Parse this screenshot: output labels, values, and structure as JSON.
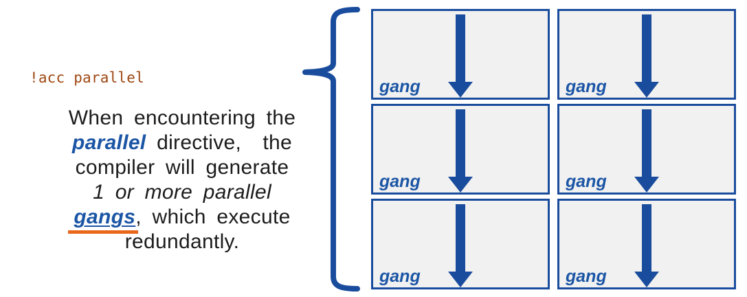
{
  "colors": {
    "accent_blue": "#1A4C9D",
    "text_blue": "#1B55A5",
    "box_fill": "#F1F1F1",
    "orange_underline": "#E8671A",
    "code_brown": "#9E4712",
    "body_text": "#1c1c1c",
    "background": "#ffffff"
  },
  "code": {
    "text": "!acc parallel"
  },
  "description": {
    "lines": [
      {
        "segments": [
          {
            "text": "When encountering the",
            "style": "plain"
          }
        ]
      },
      {
        "segments": [
          {
            "text": "parallel",
            "style": "keyword"
          },
          {
            "text": " directive,  the",
            "style": "plain"
          }
        ]
      },
      {
        "segments": [
          {
            "text": "compiler will generate",
            "style": "plain"
          }
        ]
      },
      {
        "segments": [
          {
            "text": "1 or more parallel",
            "style": "italic"
          }
        ]
      },
      {
        "segments": [
          {
            "text": "gangs",
            "style": "link"
          },
          {
            "text": ", which execute",
            "style": "plain"
          }
        ]
      },
      {
        "segments": [
          {
            "text": "redundantly.",
            "style": "plain"
          }
        ]
      }
    ]
  },
  "grid": {
    "rows": 3,
    "columns": 2,
    "boxes": [
      {
        "label": "gang"
      },
      {
        "label": "gang"
      },
      {
        "label": "gang"
      },
      {
        "label": "gang"
      },
      {
        "label": "gang"
      },
      {
        "label": "gang"
      }
    ]
  }
}
